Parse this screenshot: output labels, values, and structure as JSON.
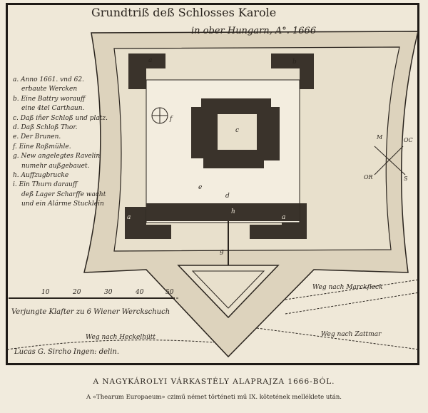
{
  "title": {
    "line1": "Grundtriß deß Schlosses Karole",
    "line2": "in ober Hungarn, A°. 1666"
  },
  "legend": [
    {
      "key": "a",
      "lines": [
        "a. Anno 1661. vnd 62.",
        "erbaute Wercken"
      ]
    },
    {
      "key": "b",
      "lines": [
        "b. Eine Battry worauff",
        "eine 4tel Carthaun."
      ]
    },
    {
      "key": "c",
      "lines": [
        "c. Daß iñer Schloß und platz."
      ]
    },
    {
      "key": "d",
      "lines": [
        "d. Daß Schloß Thor."
      ]
    },
    {
      "key": "e",
      "lines": [
        "e. Der Brunen."
      ]
    },
    {
      "key": "f",
      "lines": [
        "f. Eine Roßmühle."
      ]
    },
    {
      "key": "g",
      "lines": [
        "g. New angelegtes Ravelin",
        "numehr außgebauet."
      ]
    },
    {
      "key": "h",
      "lines": [
        "h. Auffzugbrucke"
      ]
    },
    {
      "key": "i",
      "lines": [
        "i. Ein Thurn darauff",
        "deß Lager Scharffe wacht",
        "und ein Alárme Stucklein"
      ]
    }
  ],
  "map_letters": {
    "a1": "a",
    "a2": "a",
    "a3": "a",
    "b": "b",
    "c": "c",
    "d": "d",
    "e": "e",
    "f": "f",
    "g": "g",
    "h": "h"
  },
  "scale": {
    "ticks": [
      "10",
      "20",
      "30",
      "40",
      "50"
    ],
    "label": "Verjungte Klafter zu 6 Wiener Werckschuch"
  },
  "roads": {
    "marckfleck": "Weg nach Marckfleck",
    "heckelhutt": "Weg nach Heckelhütt",
    "zattmar": "Weg nach Zattmar"
  },
  "compass": {
    "n": "M",
    "e": "OC",
    "s": "S",
    "w": "OR"
  },
  "signature": "Lucas G. Sircho Ingen: delin.",
  "caption": {
    "title": "A NAGYKÁROLYI VÁRKASTÉLY ALAPRAJZA 1666-BÓL.",
    "subtitle": "A «Thearum Europaeum» czimű német történeti mű IX. kötetének melléklete után."
  }
}
